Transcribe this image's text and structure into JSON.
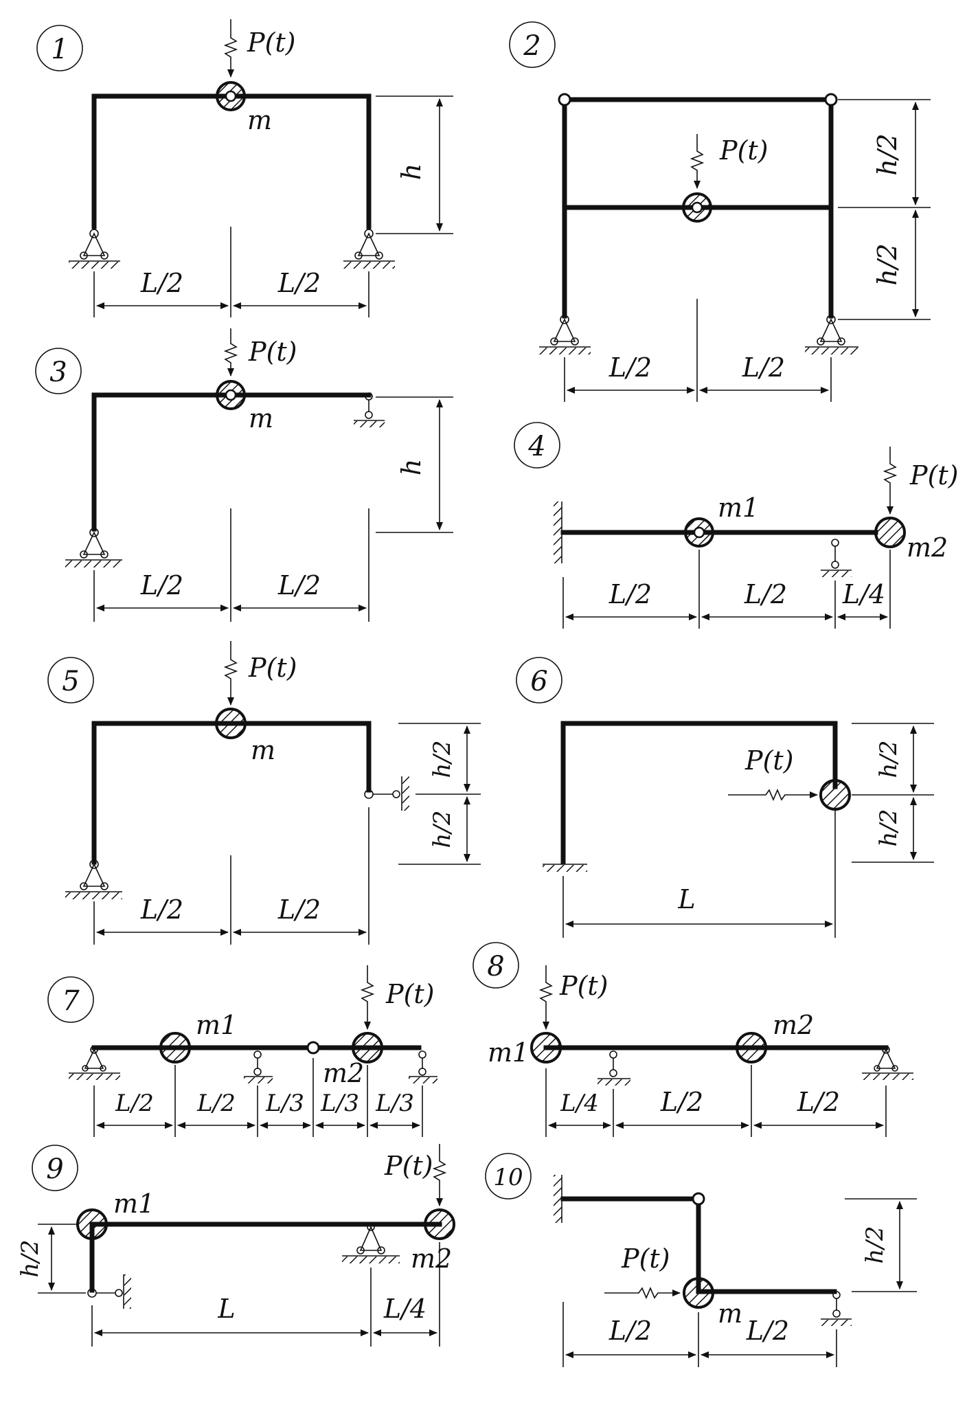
{
  "schemes": [
    {
      "number": "1",
      "labels": {
        "force": "P(t)",
        "mass": "m",
        "dim_h": "h",
        "dim_l1": "L/2",
        "dim_l2": "L/2"
      }
    },
    {
      "number": "2",
      "labels": {
        "force": "P(t)",
        "dim_h1": "h/2",
        "dim_h2": "h/2",
        "dim_l1": "L/2",
        "dim_l2": "L/2"
      }
    },
    {
      "number": "3",
      "labels": {
        "force": "P(t)",
        "mass": "m",
        "dim_h": "h",
        "dim_l1": "L/2",
        "dim_l2": "L/2"
      }
    },
    {
      "number": "4",
      "labels": {
        "force": "P(t)",
        "mass1": "m1",
        "mass2": "m2",
        "dim_l1": "L/2",
        "dim_l2": "L/2",
        "dim_l3": "L/4"
      }
    },
    {
      "number": "5",
      "labels": {
        "force": "P(t)",
        "mass": "m",
        "dim_h1": "h/2",
        "dim_h2": "h/2",
        "dim_l1": "L/2",
        "dim_l2": "L/2"
      }
    },
    {
      "number": "6",
      "labels": {
        "force": "P(t)",
        "dim_h1": "h/2",
        "dim_h2": "h/2",
        "dim_l": "L"
      }
    },
    {
      "number": "7",
      "labels": {
        "force": "P(t)",
        "mass1": "m1",
        "mass2": "m2",
        "dim_l1": "L/2",
        "dim_l2": "L/2",
        "dim_l3": "L/3",
        "dim_l4": "L/3",
        "dim_l5": "L/3"
      }
    },
    {
      "number": "8",
      "labels": {
        "force": "P(t)",
        "mass1": "m1",
        "mass2": "m2",
        "dim_l1": "L/4",
        "dim_l2": "L/2",
        "dim_l3": "L/2"
      }
    },
    {
      "number": "9",
      "labels": {
        "force": "P(t)",
        "mass1": "m1",
        "mass2": "m2",
        "dim_h": "h/2",
        "dim_l1": "L",
        "dim_l2": "L/4"
      }
    },
    {
      "number": "10",
      "labels": {
        "force": "P(t)",
        "mass": "m",
        "dim_h": "h/2",
        "dim_l1": "L/2",
        "dim_l2": "L/2"
      }
    }
  ]
}
